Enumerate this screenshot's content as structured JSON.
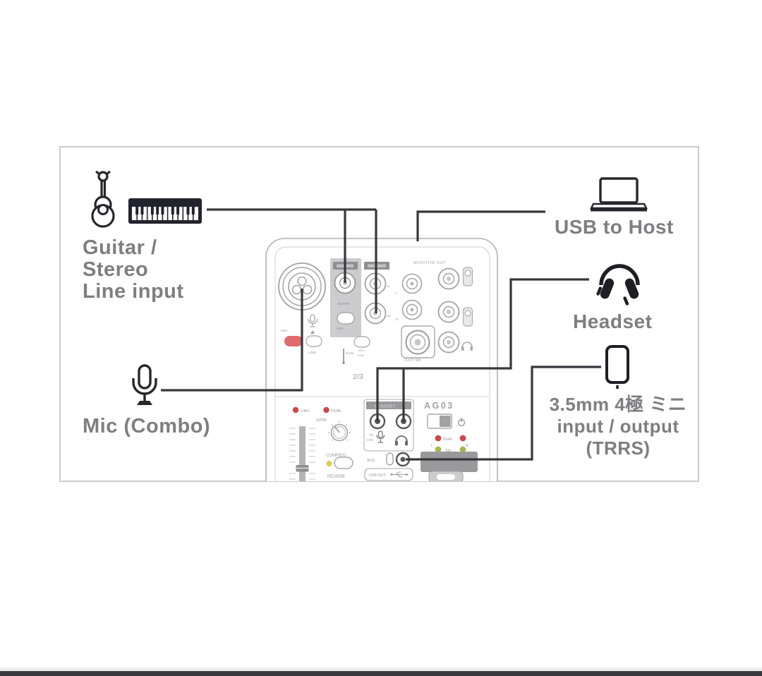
{
  "colors": {
    "line": "#38383c",
    "label_text": "#7e7e81",
    "panel_border": "#cbcbcd",
    "bottom_bar": "#3a3a3c",
    "accent_red": "#d9565c",
    "accent_green": "#a2b84e",
    "accent_yellow": "#d8cc52",
    "icon_dark": "#23232e",
    "mixer_gray": "#a8a8aa"
  },
  "labels": {
    "guitar": {
      "line1": "Guitar /",
      "line2": "Stereo",
      "line3": "Line input"
    },
    "mic": {
      "text": "Mic (Combo)"
    },
    "usb": {
      "text": "USB to Host"
    },
    "headset": {
      "text": "Headset"
    },
    "trrs": {
      "line1": "3.5mm 4極 ミニ",
      "line2": "input / output",
      "line3": "(TRRS)"
    }
  },
  "icons": [
    "guitar-icon",
    "keyboard-icon",
    "microphone-icon",
    "laptop-icon",
    "headphones-icon",
    "smartphone-icon"
  ],
  "mixer": {
    "model": "AG03",
    "rear": {
      "monitor_out": "MONITOR OUT",
      "phantom": "+48V",
      "mic_switch": "LINE",
      "guitar_channel": "GUITAR",
      "guitar_switch": "LINE",
      "gain": "GAIN",
      "high": "HIGH",
      "low": "LOW",
      "ch2": "2/L",
      "ch3": "3/R",
      "mon_l": "L",
      "mon_r": "R",
      "foot_sw": "FOOT SW",
      "channel": "2/3"
    },
    "front": {
      "phantom_led": "+48V",
      "peak_led": "PEAK",
      "gain": "GAIN",
      "comp_eq": "COMP/EQ",
      "reverb": "REVERB",
      "headset_header": "HEADSET",
      "to_line1": "TO",
      "to_line2": "CH1",
      "aux": "AUX",
      "usb_out": "USB OUT",
      "meter_peak": "PEAK",
      "meter_sig": "SIG",
      "meter_l": "L",
      "meter_r": "R",
      "model": "AG03"
    }
  }
}
